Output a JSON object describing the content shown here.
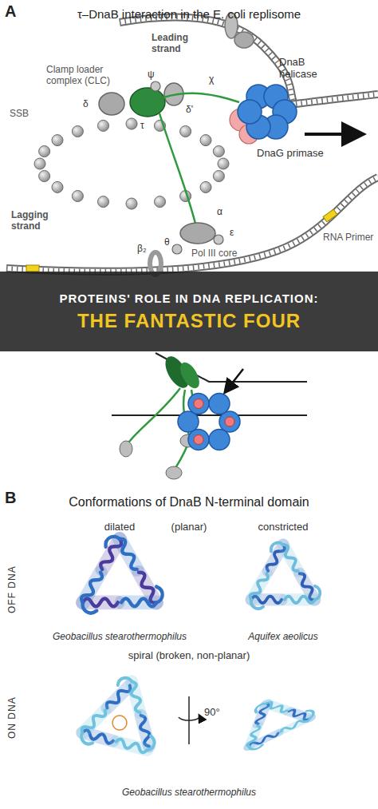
{
  "diagram": {
    "title": "τ–DnaB interaction in the E. coli replisome",
    "nodes": [
      {
        "text": [
          "PROTEINS' ROLE IN DNA REPLICATION:",
          "THE FANTASTIC FOUR"
        ]
      }
    ],
    "labels": [
      "A",
      "Leading strand",
      "Clamp loader complex (CLC)",
      "DnaB helicase",
      "DnaG primase",
      "SSB",
      "Lagging strand",
      "RNA Primer",
      "Pol III core",
      "ψ",
      "χ",
      "δ",
      "δ'",
      "τ",
      "α",
      "ε",
      "θ",
      "β₂",
      "B",
      "Conformations of DnaB N-terminal domain",
      "dilated",
      "(planar)",
      "constricted",
      "OFF DNA",
      "Geobacillus stearothermophilus",
      "Aquifex aeolicus",
      "spiral (broken, non-planar)",
      "ON DNA",
      "90°",
      "Geobacillus stearothermophilus"
    ]
  }
}
